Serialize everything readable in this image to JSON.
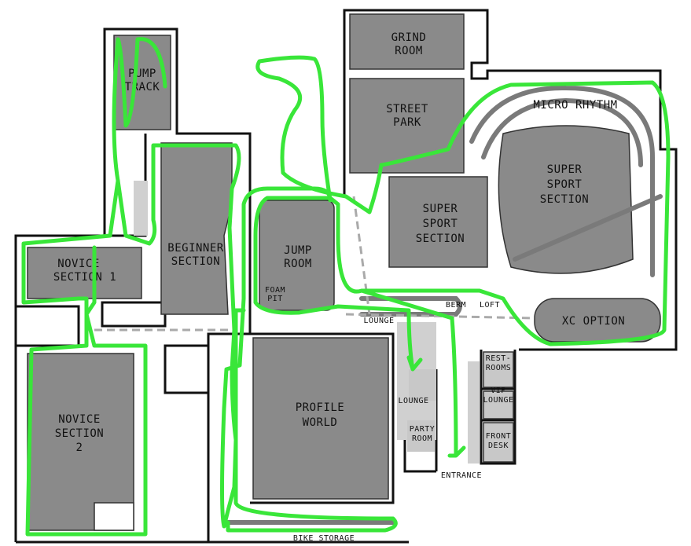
{
  "map": {
    "labels": {
      "pump_track": [
        "PUMP",
        "TRACK"
      ],
      "grind_room": [
        "GRIND",
        "ROOM"
      ],
      "street_park": [
        "STREET",
        "PARK"
      ],
      "micro_rhythm": "MICRO RHYTHM",
      "super_sport_big": [
        "SUPER",
        "SPORT",
        "SECTION"
      ],
      "super_sport_small": [
        "SUPER",
        "SPORT",
        "SECTION"
      ],
      "beginner": [
        "BEGINNER",
        "SECTION"
      ],
      "novice1": [
        "NOVICE",
        "SECTION 1"
      ],
      "jump_room": [
        "JUMP",
        "ROOM"
      ],
      "foam_pit": [
        "FOAM",
        "PIT"
      ],
      "berm": "BERM",
      "loft": "LOFT",
      "xc_option": "XC OPTION",
      "lounge_upper": "LOUNGE",
      "lounge": "LOUNGE",
      "party_room": [
        "PARTY",
        "ROOM"
      ],
      "restrooms": [
        "REST-",
        "ROOMS"
      ],
      "vip_lounge": [
        "VIP",
        "LOUNGE"
      ],
      "front_desk": [
        "FRONT",
        "DESK"
      ],
      "entrance": "ENTRANCE",
      "profile_world": [
        "PROFILE",
        "WORLD"
      ],
      "novice2": [
        "NOVICE",
        "SECTION",
        "2"
      ],
      "bike_storage": "BIKE STORAGE"
    },
    "colors": {
      "route": "#39e639",
      "room": "#8a8a8a",
      "wall": "#111111"
    }
  }
}
